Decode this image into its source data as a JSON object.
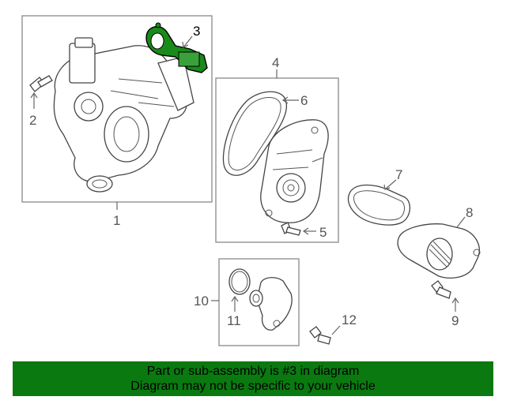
{
  "callouts": {
    "c1": "1",
    "c2": "2",
    "c3": "3",
    "c4": "4",
    "c5": "5",
    "c6": "6",
    "c7": "7",
    "c8": "8",
    "c9": "9",
    "c10": "10",
    "c11": "11",
    "c12": "12"
  },
  "highlight_color": "#1a8a1a",
  "banner": {
    "line1": "Part or sub-assembly is #3 in diagram",
    "line2": "Diagram may not be specific to your vehicle",
    "color": "#0a7a10"
  }
}
